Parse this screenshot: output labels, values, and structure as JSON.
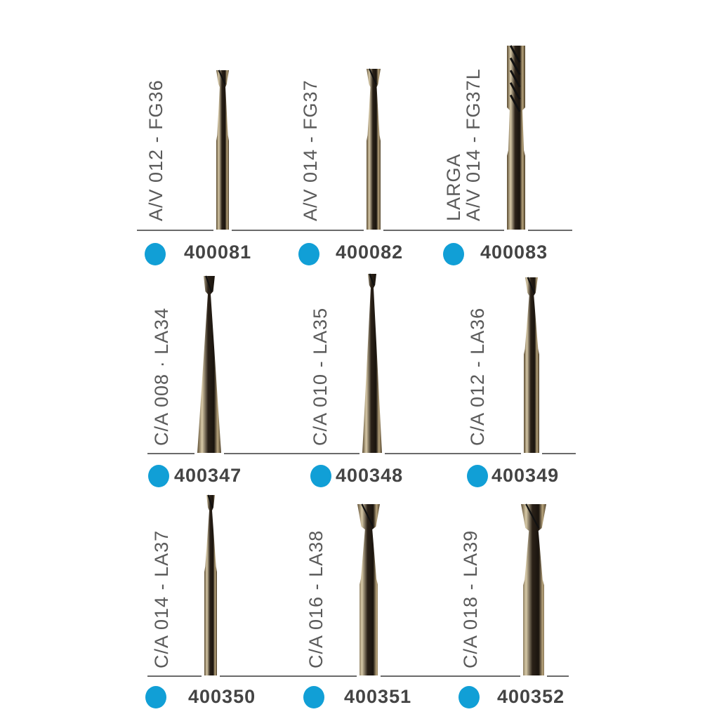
{
  "items": [
    {
      "lines": [
        "A/V 012 - FG36"
      ],
      "code": "400081"
    },
    {
      "lines": [
        "A/V 014 - FG37"
      ],
      "code": "400082"
    },
    {
      "lines": [
        "LARGA",
        "A/V 014 - FG37L"
      ],
      "code": "400083"
    },
    {
      "lines": [
        "C/A 008 · LA34"
      ],
      "code": "400347"
    },
    {
      "lines": [
        "C/A 010 - LA35"
      ],
      "code": "400348"
    },
    {
      "lines": [
        "C/A 012 - LA36"
      ],
      "code": "400349"
    },
    {
      "lines": [
        "C/A 014 - LA37"
      ],
      "code": "400350"
    },
    {
      "lines": [
        "C/A 016 - LA38"
      ],
      "code": "400351"
    },
    {
      "lines": [
        "C/A 018 - LA39"
      ],
      "code": "400352"
    }
  ],
  "colors": {
    "dot": "#119fd6",
    "code": "#444444",
    "label": "#5a5a5a"
  }
}
